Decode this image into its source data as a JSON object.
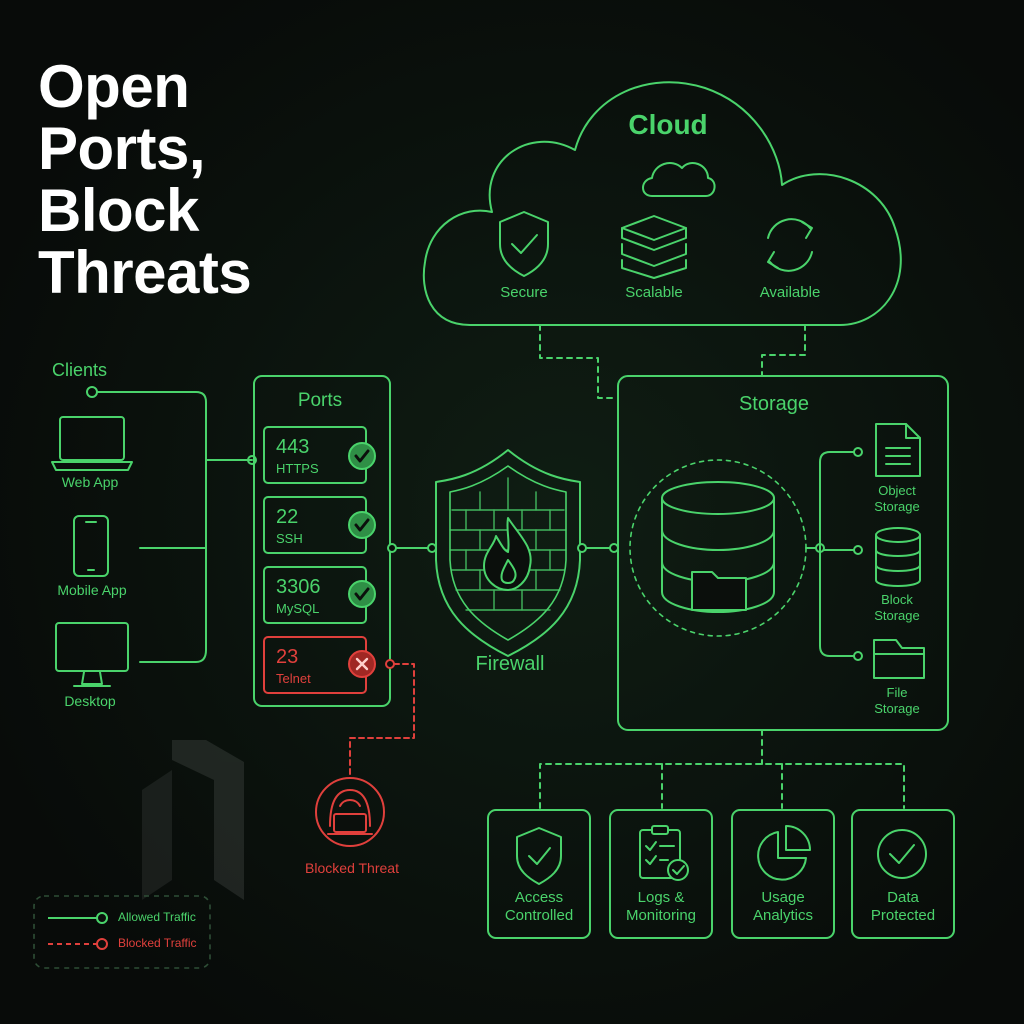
{
  "title": {
    "lines": [
      "Open",
      "Ports,",
      "Block",
      "Threats"
    ]
  },
  "cloud": {
    "label": "Cloud",
    "features": [
      {
        "label": "Secure",
        "icon": "shield-check-icon"
      },
      {
        "label": "Scalable",
        "icon": "layers-icon"
      },
      {
        "label": "Available",
        "icon": "refresh-icon"
      }
    ]
  },
  "clients": {
    "label": "Clients",
    "items": [
      {
        "label": "Web App",
        "icon": "laptop-icon"
      },
      {
        "label": "Mobile App",
        "icon": "smartphone-icon"
      },
      {
        "label": "Desktop",
        "icon": "monitor-icon"
      }
    ]
  },
  "ports": {
    "label": "Ports",
    "items": [
      {
        "number": "443",
        "name": "HTTPS",
        "status": "allowed"
      },
      {
        "number": "22",
        "name": "SSH",
        "status": "allowed"
      },
      {
        "number": "3306",
        "name": "MySQL",
        "status": "allowed"
      },
      {
        "number": "23",
        "name": "Telnet",
        "status": "blocked"
      }
    ]
  },
  "firewall": {
    "label": "Firewall"
  },
  "storage": {
    "label": "Storage",
    "items": [
      {
        "label_lines": [
          "Object",
          "Storage"
        ],
        "icon": "document-icon"
      },
      {
        "label_lines": [
          "Block",
          "Storage"
        ],
        "icon": "database-icon"
      },
      {
        "label_lines": [
          "File",
          "Storage"
        ],
        "icon": "folder-icon"
      }
    ]
  },
  "threat": {
    "label": "Blocked Threat",
    "icon": "hacker-icon"
  },
  "bottom": {
    "items": [
      {
        "label_lines": [
          "Access",
          "Controlled"
        ],
        "icon": "shield-check-icon"
      },
      {
        "label_lines": [
          "Logs &",
          "Monitoring"
        ],
        "icon": "clipboard-check-icon"
      },
      {
        "label_lines": [
          "Usage",
          "Analytics"
        ],
        "icon": "pie-chart-icon"
      },
      {
        "label_lines": [
          "Data",
          "Protected"
        ],
        "icon": "check-circle-icon"
      }
    ]
  },
  "legend": {
    "allowed": "Allowed Traffic",
    "blocked": "Blocked Traffic"
  },
  "colors": {
    "background": "#0b0f0c",
    "allowed": "#4ad36b",
    "blocked": "#e0403c",
    "title": "#ffffff"
  }
}
